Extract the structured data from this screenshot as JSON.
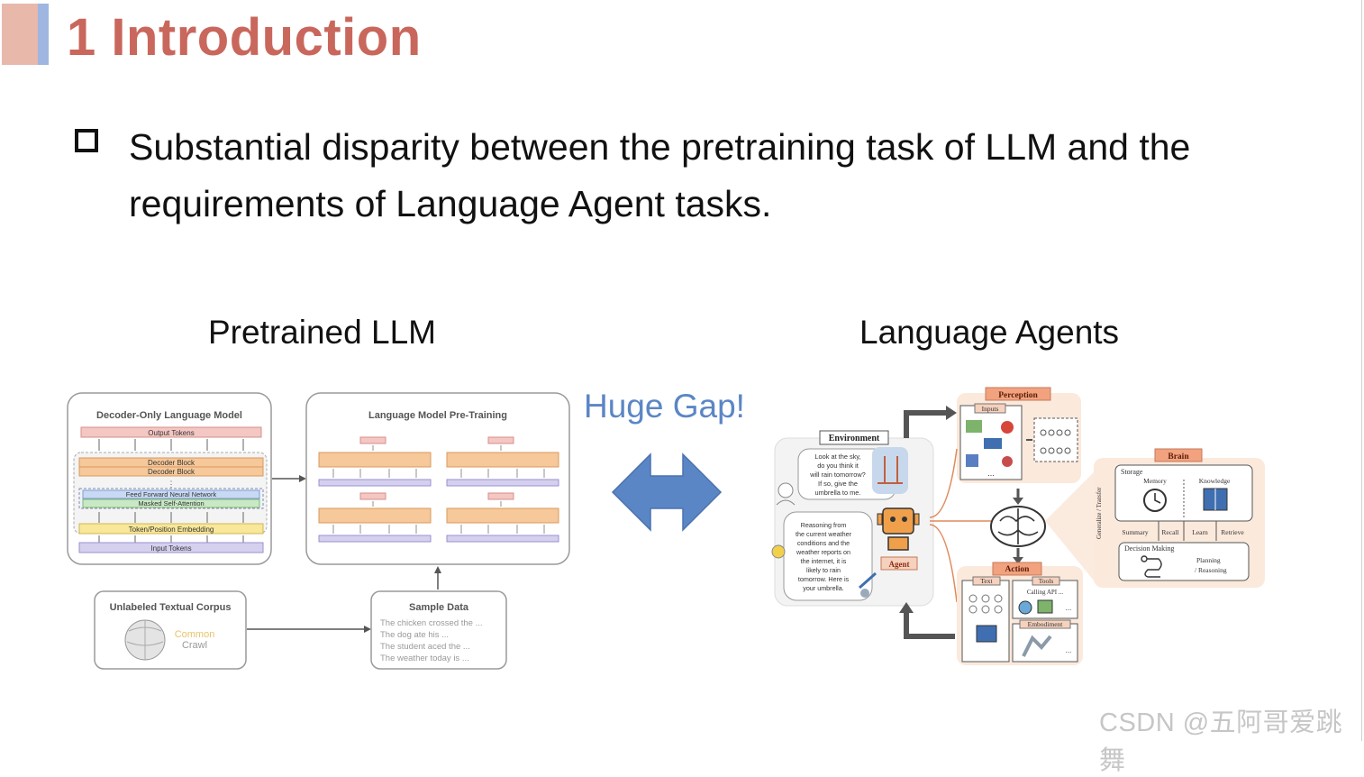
{
  "slide": {
    "title": "1 Introduction",
    "bullet": "Substantial disparity between the pretraining task of LLM and the requirements of Language Agent tasks.",
    "left_caption": "Pretrained LLM",
    "right_caption": "Language Agents",
    "gap_label": "Huge Gap!",
    "watermark": "CSDN @五阿哥爱跳舞"
  },
  "colors": {
    "title": "#c9675c",
    "accent_left": "#e8b8aa",
    "accent_right": "#9fb6e0",
    "gap_text": "#5b86c6",
    "arrow": "#5b86c6",
    "agent_panel": "#fbe9dc",
    "agent_header": "#f2a27f"
  },
  "llm_diagram": {
    "decoder_title": "Decoder-Only Language Model",
    "output_tokens": "Output Tokens",
    "decoder_block_1": "Decoder Block",
    "decoder_block_2": "Decoder Block",
    "dots": "⋮",
    "ffn": "Feed Forward Neural Network",
    "attn": "Masked Self-Attention",
    "embedding": "Token/Position Embedding",
    "input_tokens": "Input Tokens",
    "pretrain_title": "Language Model Pre-Training",
    "corpus_title": "Unlabeled Textual Corpus",
    "common_crawl_1": "Common",
    "common_crawl_2": "Crawl",
    "sample_title": "Sample Data",
    "samples": [
      "The chicken crossed the ...",
      "The dog ate his ...",
      "The student aced the ...",
      "The weather today is ..."
    ]
  },
  "agent_diagram": {
    "environment": "Environment",
    "user_bubble": [
      "Look at the sky,",
      "do you think it",
      "will rain tomorrow?",
      "If so, give the",
      "umbrella to me."
    ],
    "agent_bubble": [
      "Reasoning from",
      "the current weather",
      "conditions and the",
      "weather reports on",
      "the internet, it is",
      "likely to rain",
      "tomorrow. Here is",
      "your umbrella."
    ],
    "agent_label": "Agent",
    "perception": "Perception",
    "inputs": "Inputs",
    "brain": "Brain",
    "storage": "Storage",
    "memory": "Memory",
    "knowledge": "Knowledge",
    "summary": "Summary",
    "recall": "Recall",
    "learn": "Learn",
    "retrieve": "Retrieve",
    "decision": "Decision Making",
    "planning": "Planning",
    "reasoning": "/ Reasoning",
    "generalize": "Generalize / Transfer",
    "action": "Action",
    "text": "Text",
    "tools": "Tools",
    "calling_api": "Calling API ...",
    "embodiment": "Embodiment",
    "ellipsis": "..."
  }
}
